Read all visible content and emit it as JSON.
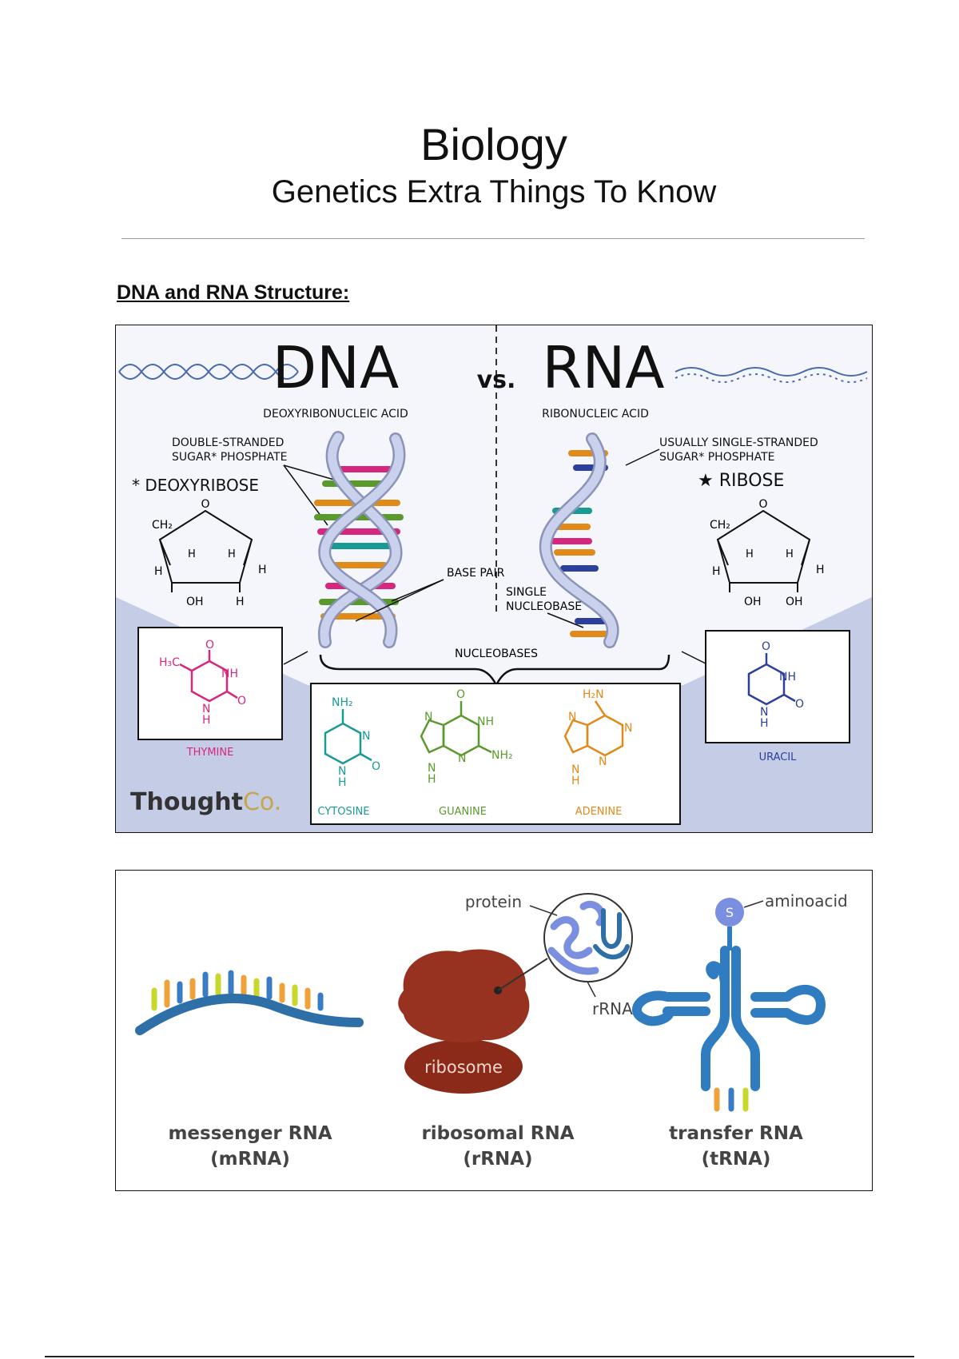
{
  "header": {
    "title": "Biology",
    "subtitle": "Genetics Extra Things To Know"
  },
  "section_heading": "DNA and RNA Structure:",
  "dna_vs_rna": {
    "title_dna": "DNA",
    "title_vs": "vs.",
    "title_rna": "RNA",
    "dna_full_name": "DEOXYRIBONUCLEIC ACID",
    "rna_full_name": "RIBONUCLEIC ACID",
    "dna_backbone_line1": "DOUBLE-STRANDED",
    "dna_backbone_line2": "SUGAR* PHOSPHATE",
    "rna_backbone_line1": "USUALLY SINGLE-STRANDED",
    "rna_backbone_line2": "SUGAR* PHOSPHATE",
    "dna_sugar": "* DEOXYRIBOSE",
    "rna_sugar": "★ RIBOSE",
    "base_pair": "BASE PAIR",
    "single_nucleobase_line1": "SINGLE",
    "single_nucleobase_line2": "NUCLEOBASE",
    "nucleobases": "NUCLEOBASES",
    "bases": {
      "thymine": "THYMINE",
      "cytosine": "CYTOSINE",
      "guanine": "GUANINE",
      "adenine": "ADENINE",
      "uracil": "URACIL"
    },
    "sugar_atoms": {
      "ch2": "CH₂",
      "o": "O",
      "h": "H",
      "oh": "OH"
    },
    "logo_part1": "Thought",
    "logo_part2": "Co.",
    "colors": {
      "thymine": "#d6277f",
      "cytosine": "#1a9a94",
      "guanine": "#5a9a2c",
      "adenine": "#e08a1a",
      "uracil": "#2b3f9c",
      "backbone": "#b9c3e2",
      "panel": "#c4cce6"
    }
  },
  "rna_types": {
    "protein_label": "protein",
    "rrna_label": "rRNA",
    "ribosome_label": "ribosome",
    "aminoacid_label": "aminoacid",
    "s_label": "S",
    "mrna_line1": "messenger RNA",
    "mrna_line2": "(mRNA)",
    "rrna_line1": "ribosomal RNA",
    "rrna_line2": "(rRNA)",
    "trna_line1": "transfer RNA",
    "trna_line2": "(tRNA)"
  }
}
